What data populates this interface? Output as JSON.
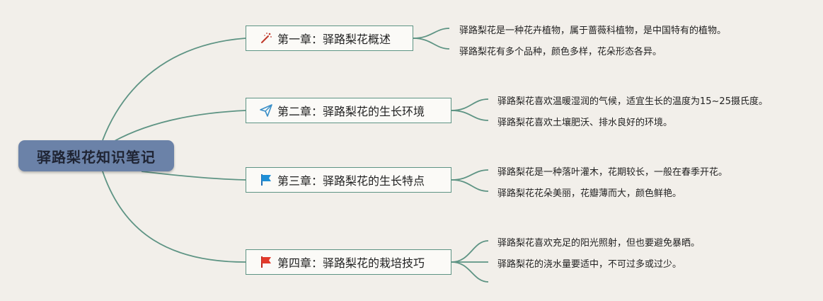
{
  "root": {
    "label": "驿路梨花知识笔记"
  },
  "branches": [
    {
      "label": "第一章：驿路梨花概述",
      "icon": "magic-wand-icon",
      "leaves": [
        "驿路梨花是一种花卉植物，属于蔷薇科植物，是中国特有的植物。",
        "驿路梨花有多个品种，颜色多样，花朵形态各异。"
      ]
    },
    {
      "label": "第二章：驿路梨花的生长环境",
      "icon": "paper-plane-icon",
      "leaves": [
        "驿路梨花喜欢温暖湿润的气候，适宜生长的温度为15~25摄氏度。",
        "驿路梨花喜欢土壤肥沃、排水良好的环境。"
      ]
    },
    {
      "label": "第三章：驿路梨花的生长特点",
      "icon": "blue-flag-icon",
      "leaves": [
        "驿路梨花是一种落叶灌木，花期较长，一般在春季开花。",
        "驿路梨花花朵美丽，花瓣薄而大，颜色鲜艳。"
      ]
    },
    {
      "label": "第四章：驿路梨花的栽培技巧",
      "icon": "red-flag-icon",
      "leaves": [
        "驿路梨花喜欢充足的阳光照射，但也要避免暴晒。",
        "驿路梨花的浇水量要适中，不可过多或过少。",
        ""
      ]
    }
  ],
  "colors": {
    "line": "#5e9484",
    "root_fill": "#6b82a8",
    "background": "#f2efea"
  }
}
